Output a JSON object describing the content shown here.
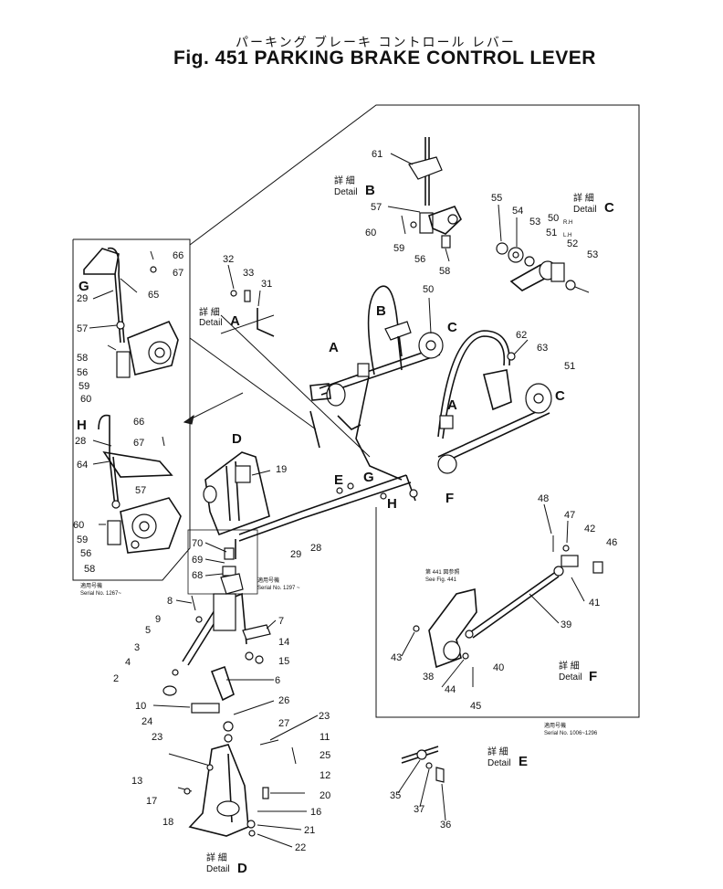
{
  "header": {
    "title_jp": "パーキング ブレーキ コントロール レバー",
    "title_en": "Fig. 451  PARKING BRAKE CONTROL LEVER"
  },
  "details": {
    "a": {
      "jp": "詳 細",
      "label": "Detail",
      "letter": "A"
    },
    "b": {
      "jp": "詳 細",
      "label": "Detail",
      "letter": "B"
    },
    "c": {
      "jp": "詳 細",
      "label": "Detail",
      "letter": "C"
    },
    "d": {
      "jp": "詳 細",
      "label": "Detail",
      "letter": "D"
    },
    "e": {
      "jp": "詳 細",
      "label": "Detail",
      "letter": "E"
    },
    "f": {
      "jp": "詳 細",
      "label": "Detail",
      "letter": "F"
    }
  },
  "callouts": {
    "b_handle": "B",
    "a_left": "A",
    "a_mid": "A",
    "c_upper": "C",
    "c_lower": "C",
    "d_top": "D",
    "e_mid": "E",
    "g_mid": "G",
    "h_mid": "H",
    "f_mid": "F",
    "g_left": "G",
    "h_left": "H"
  },
  "notes": {
    "see_fig_jp": "第 441 図参照",
    "see_fig": "See Fig. 441",
    "serial_g_jp": "適用号機",
    "serial_g": "Serial No. 1267~",
    "serial_d_jp": "適用号機",
    "serial_d": "Serial No. 1297 ~",
    "serial_f_jp": "適用号機",
    "serial_f": "Serial No. 1006~1296",
    "rh": "R.H",
    "lh": "L.H"
  },
  "part_numbers": [
    "61",
    "57",
    "60",
    "59",
    "56",
    "58",
    "55",
    "54",
    "53",
    "50",
    "51",
    "52",
    "53",
    "32",
    "33",
    "31",
    "50",
    "62",
    "63",
    "51",
    "66",
    "67",
    "29",
    "65",
    "57",
    "58",
    "56",
    "59",
    "60",
    "66",
    "67",
    "28",
    "64",
    "57",
    "60",
    "59",
    "56",
    "58",
    "19",
    "29",
    "28",
    "70",
    "69",
    "68",
    "8",
    "9",
    "7",
    "14",
    "15",
    "5",
    "3",
    "4",
    "2",
    "6",
    "10",
    "24",
    "23",
    "26",
    "27",
    "23",
    "11",
    "25",
    "12",
    "13",
    "17",
    "18",
    "20",
    "16",
    "21",
    "22",
    "48",
    "47",
    "42",
    "46",
    "41",
    "39",
    "43",
    "38",
    "40",
    "44",
    "45",
    "35",
    "37",
    "36"
  ]
}
